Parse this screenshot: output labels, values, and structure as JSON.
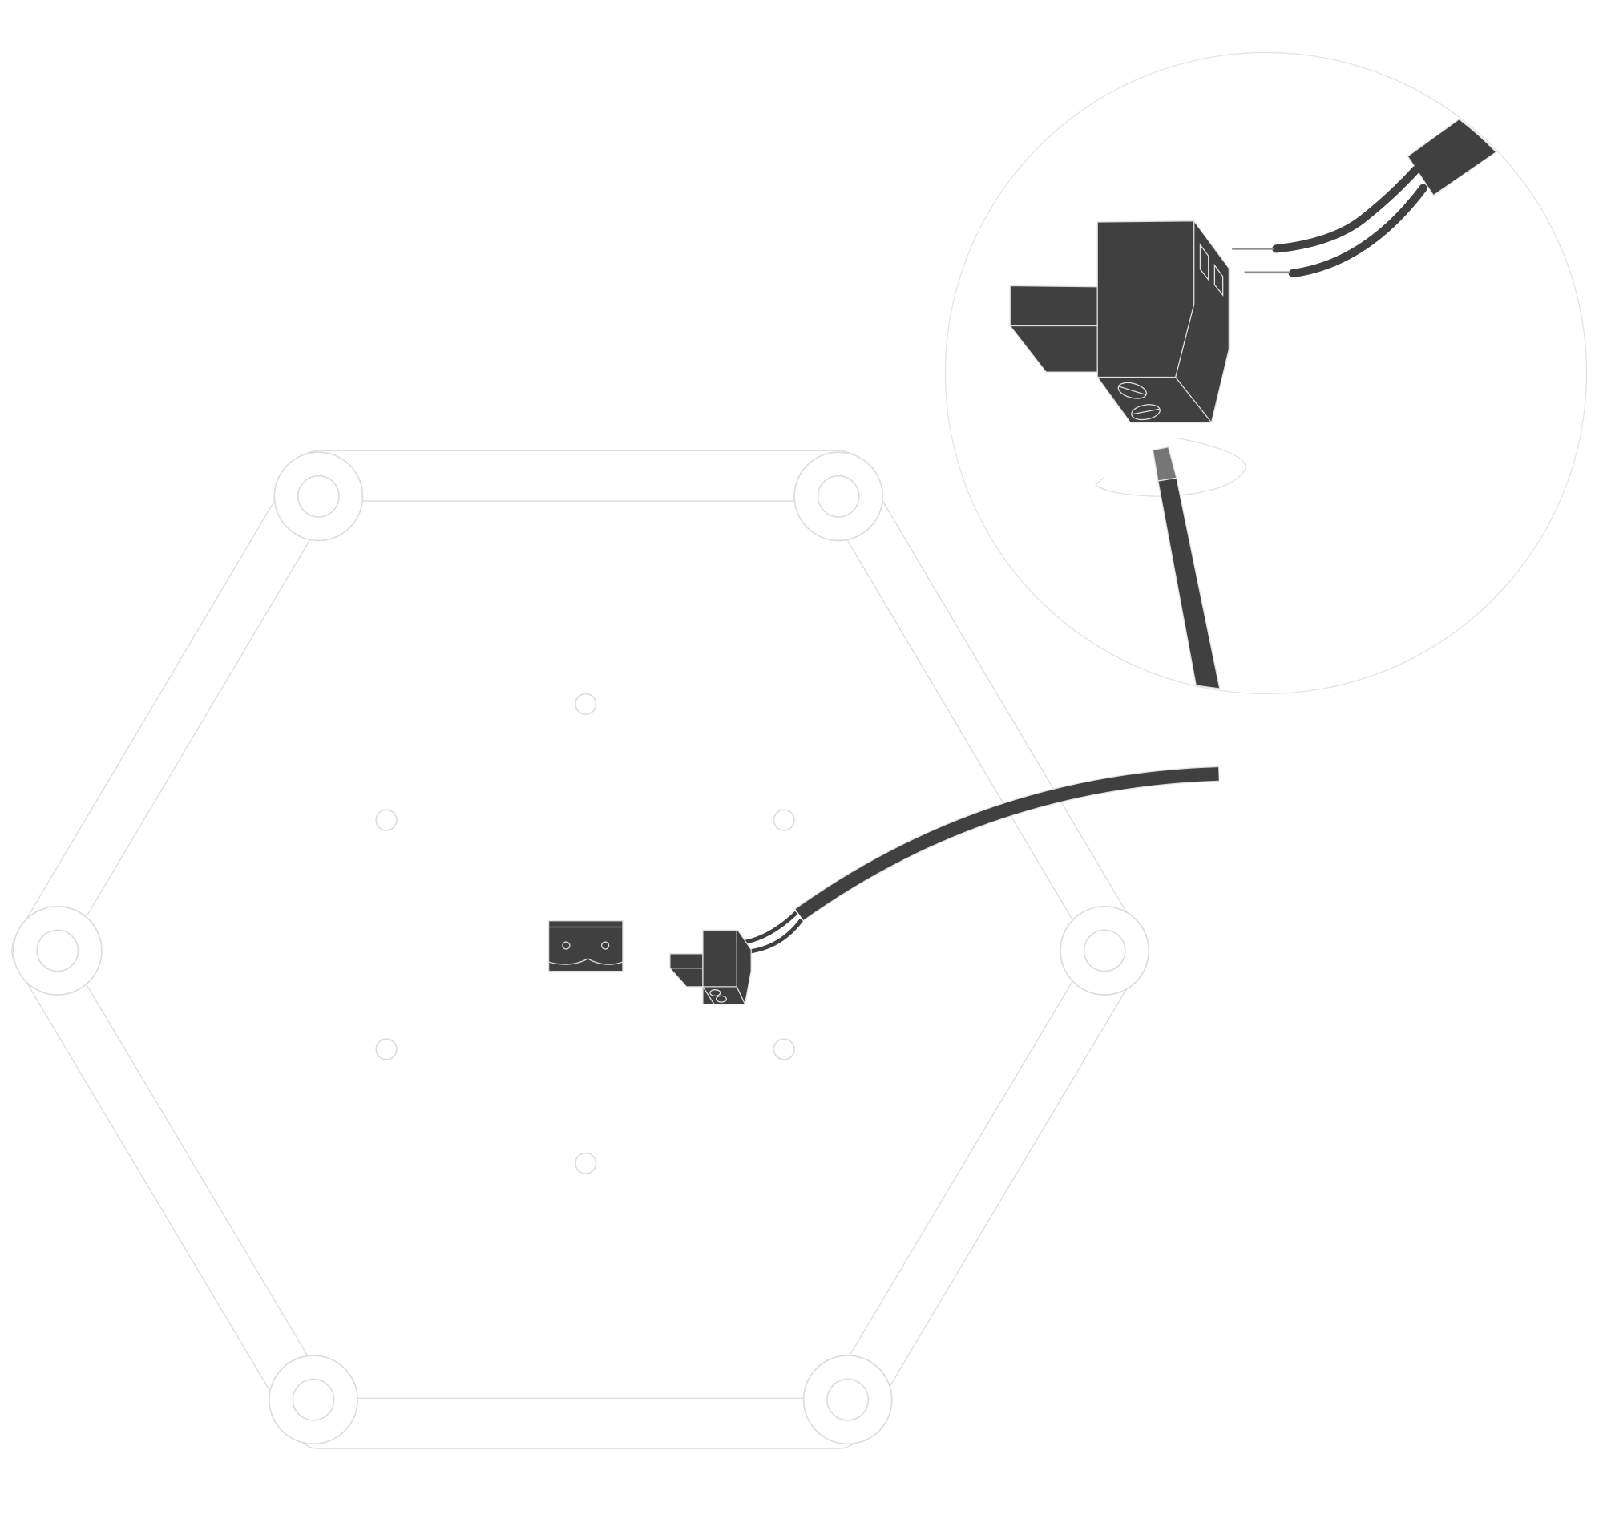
{
  "colors": {
    "part_fill": "#404040",
    "part_edge": "#e0e0e0",
    "outline": "#dcdcdc",
    "wire_core": "#8a8a8a",
    "cable_tip": "#767676",
    "background": "#ffffff"
  },
  "figure": {
    "frame": "hexagon-frame",
    "callout": "magnified-detail-circle",
    "rotation_hint": "rotate-arrow-icon",
    "mounting_holes": 6,
    "corner_bosses": 6
  }
}
